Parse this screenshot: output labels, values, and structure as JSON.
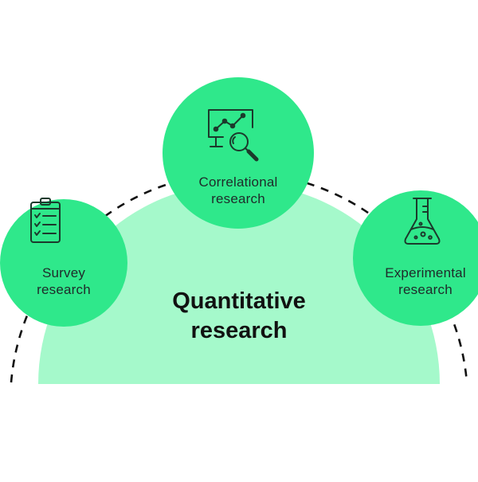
{
  "colors": {
    "background": "#ffffff",
    "dome": "#a5f9cb",
    "node": "#2fe88b",
    "icon_stroke": "#1c3a2c",
    "dashed_arc": "#111111",
    "text": "#1f2a2a"
  },
  "center": {
    "line1": "Quantitative",
    "line2": "research"
  },
  "nodes": [
    {
      "id": "survey",
      "icon": "clipboard-checklist-icon",
      "line1": "Survey",
      "line2": "research"
    },
    {
      "id": "correlational",
      "icon": "monitor-magnifier-icon",
      "line1": "Correlational",
      "line2": "research"
    },
    {
      "id": "experimental",
      "icon": "flask-icon",
      "line1": "Experimental",
      "line2": "research"
    }
  ]
}
